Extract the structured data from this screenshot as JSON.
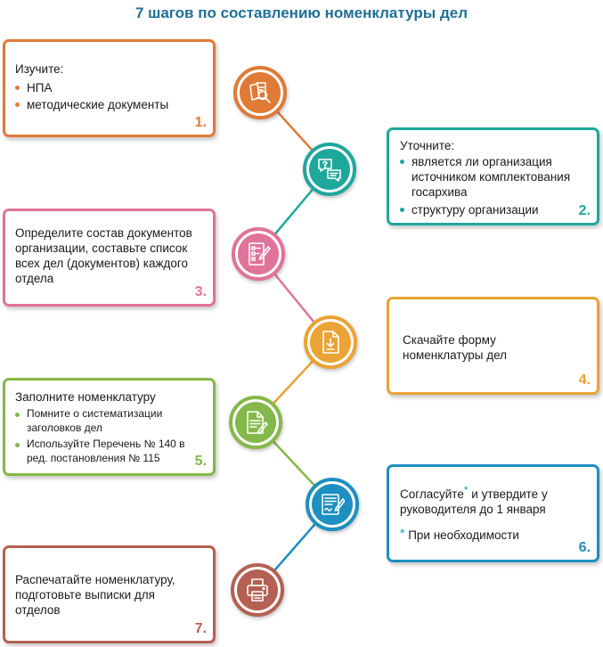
{
  "title": "7 шагов по составлению номенклатуры дел",
  "colors": {
    "orange": "#e07a37",
    "teal": "#1ea89c",
    "pink": "#e0739a",
    "gold": "#eaa334",
    "green": "#84b848",
    "blue": "#1d8fc0",
    "brown": "#b56052"
  },
  "steps": [
    {
      "number": "1.",
      "heading": "Изучите:",
      "bullets": [
        "НПА",
        "методические документы"
      ],
      "icon": "documents-magnifier-icon"
    },
    {
      "number": "2.",
      "heading": "Уточните:",
      "bullets": [
        "является ли организация источником комплектования госархива",
        "структуру организации"
      ],
      "icon": "question-chat-icon"
    },
    {
      "number": "3.",
      "text": "Определите состав документов организации, составьте список всех дел (документов) каждого отдела",
      "icon": "checklist-pencil-icon"
    },
    {
      "number": "4.",
      "text": "Скачайте форму номенклатуры дел",
      "icon": "download-icon"
    },
    {
      "number": "5.",
      "heading": "Заполните номенклатуру",
      "bullets": [
        "Помните о систематизации заголовков дел",
        "Используйте Перечень № 140 в ред. постановления № 115"
      ],
      "icon": "document-fill-icon"
    },
    {
      "number": "6.",
      "text_part1": "Согласуйте",
      "asterisk": "*",
      "text_part2": " и утвердите у руководителя до 1 января",
      "note_marker": "*",
      "note": " При необходимости",
      "icon": "contract-sign-icon"
    },
    {
      "number": "7.",
      "text": "Распечатайте номенклатуру, подготовьте выписки для отделов",
      "icon": "printer-icon"
    }
  ]
}
